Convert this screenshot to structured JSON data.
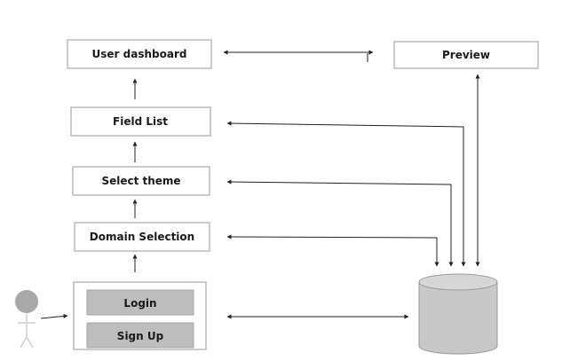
{
  "nodes": {
    "user_dashboard": "User dashboard",
    "preview": "Preview",
    "field_list": "Field List",
    "select_theme": "Select theme",
    "domain_selection": "Domain Selection"
  },
  "auth": {
    "login_label": "Login",
    "signup_label": "Sign Up"
  },
  "colors": {
    "box_border": "#aaaaaa",
    "button_fill": "#bdbdbd",
    "database_fill": "#c8c8c8",
    "actor_head": "#a8a8a8",
    "line": "#222222"
  }
}
